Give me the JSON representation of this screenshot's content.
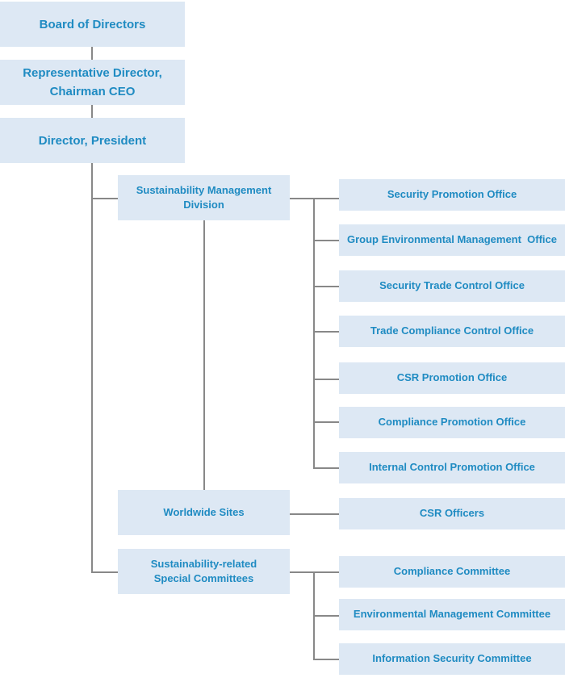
{
  "chart": {
    "top": {
      "board": "Board of Directors",
      "representative_line1": "Representative Director,",
      "representative_line2": "Chairman CEO",
      "president": "Director, President"
    },
    "divisions": {
      "sustainability_management_line1": "Sustainability Management",
      "sustainability_management_line2": "Division",
      "worldwide_sites": "Worldwide Sites",
      "special_committees_line1": "Sustainability-related",
      "special_committees_line2": "Special Committees"
    },
    "offices": [
      "Security Promotion Office",
      "Group Environmental Management  Office",
      "Security Trade Control Office",
      "Trade Compliance Control Office",
      "CSR Promotion Office",
      "Compliance Promotion Office",
      "Internal Control Promotion Office"
    ],
    "sites_units": [
      "CSR Officers"
    ],
    "committees": [
      "Compliance Committee",
      "Environmental Management Committee",
      "Information Security Committee"
    ]
  },
  "colors": {
    "box_fill": "#dde8f4",
    "text": "#1f8bc2",
    "connector": "#888888"
  }
}
